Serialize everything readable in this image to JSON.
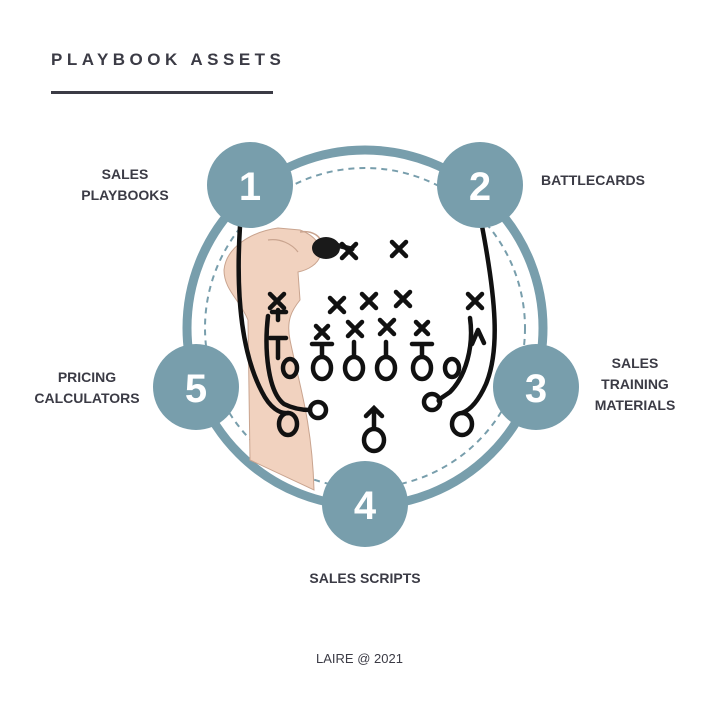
{
  "header": {
    "title": "PLAYBOOK ASSETS"
  },
  "assets": [
    {
      "number": "1",
      "lines": [
        "SALES",
        "PLAYBOOKS"
      ]
    },
    {
      "number": "2",
      "lines": [
        "BATTLECARDS"
      ]
    },
    {
      "number": "3",
      "lines": [
        "SALES",
        "TRAINING",
        "MATERIALS"
      ]
    },
    {
      "number": "4",
      "lines": [
        "SALES SCRIPTS"
      ]
    },
    {
      "number": "5",
      "lines": [
        "PRICING",
        "CALCULATORS"
      ]
    }
  ],
  "footer": {
    "credit": "LAIRE @ 2021"
  },
  "colors": {
    "accent": "#789eac",
    "text": "#3b3b45"
  }
}
